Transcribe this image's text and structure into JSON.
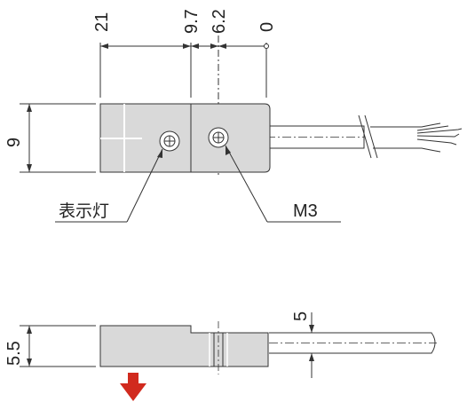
{
  "top_view": {
    "dims_horizontal": [
      "21",
      "9.7",
      "6.2",
      "0"
    ],
    "dim_height": "9",
    "callout_indicator": "表示灯",
    "callout_screw": "M3"
  },
  "side_view": {
    "dim_height": "5.5",
    "dim_cable": "5"
  },
  "colors": {
    "body_fill": "#d9d9d9",
    "line": "#333333",
    "arrow": "#d12a1e"
  }
}
